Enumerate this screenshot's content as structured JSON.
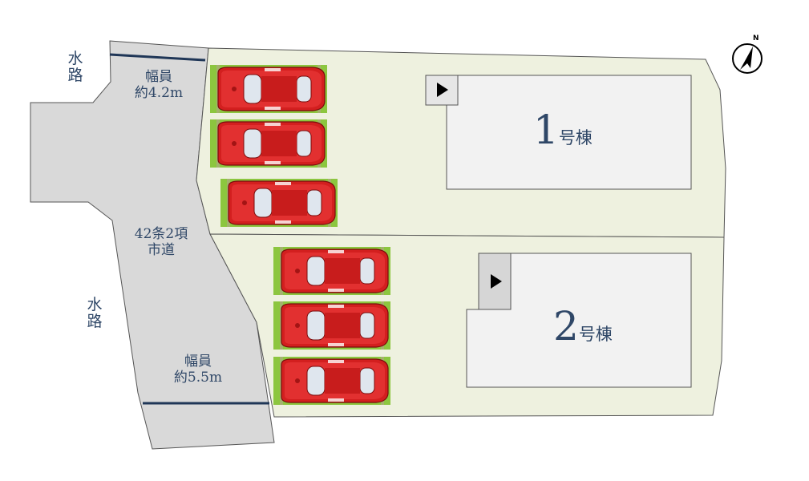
{
  "road": {
    "width_top": [
      "幅員",
      "約4.2m"
    ],
    "road_type": [
      "42条2項",
      "市道"
    ],
    "width_bottom": [
      "幅員",
      "約5.5m"
    ]
  },
  "waterway": {
    "top": [
      "水",
      "路"
    ],
    "bottom": [
      "水",
      "路"
    ]
  },
  "buildings": [
    {
      "number": "1",
      "suffix": "号棟"
    },
    {
      "number": "2",
      "suffix": "号棟"
    }
  ],
  "compass": {
    "letter": "N",
    "icon": "north-arrow-icon"
  },
  "parking_lot_1_cars": 3,
  "parking_lot_2_cars": 3,
  "colors": {
    "lot": "#eef1df",
    "road": "#d9d9d9",
    "car": "#d31f1f",
    "parking_pad": "#8cc63f",
    "building": "#f2f2f2",
    "text": "#2f4767"
  }
}
